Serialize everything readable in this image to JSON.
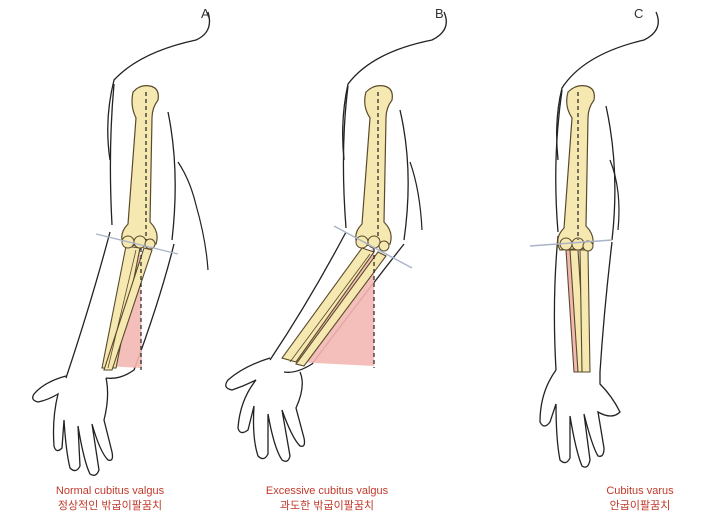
{
  "panels": [
    {
      "letter": "A",
      "caption_en": "Normal cubitus valgus",
      "caption_ko": "정상적인 밖굽이팔꿈치"
    },
    {
      "letter": "B",
      "caption_en": "Excessive cubitus valgus",
      "caption_ko": "과도한 밖굽이팔꿈치"
    },
    {
      "letter": "C",
      "caption_en": "Cubitus varus",
      "caption_ko": "안굽이팔꿈치"
    }
  ],
  "colors": {
    "outline": "#222222",
    "bone_fill": "#f6e8b1",
    "bone_stroke": "#5a4a2a",
    "angle_fill": "#f3b8b3",
    "axis_line": "#aab4c8",
    "caption_text": "#c0392b",
    "letter_text": "#333333"
  }
}
